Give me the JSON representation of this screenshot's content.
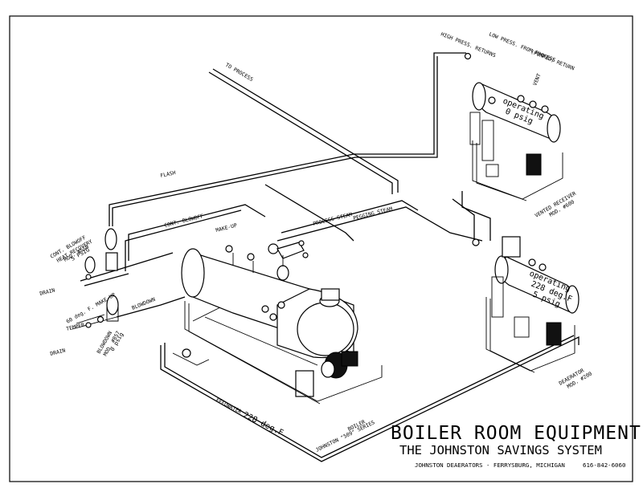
{
  "title": {
    "main": "BOILER ROOM EQUIPMENT",
    "subtitle": "THE JOHNSTON SAVINGS SYSTEM",
    "company": "JOHNSTON DEAERATORS - FERRYSBURG, MICHIGAN",
    "phone": "616-842-6060"
  },
  "pipes": {
    "high_press_returns": "HIGH PRESS. RETURNS",
    "low_press_from_process": "LOW PRESS. FROM PROCESS",
    "pumped_return": "(PUMPED) RETURN",
    "vent": "VENT",
    "to_process": "TO PROCESS",
    "flash": "FLASH",
    "cont_blowoff": "CONT. BLOWOFF",
    "make_up": "MAKE-UP",
    "process_steam": "PROCESS STEAM",
    "pegging_steam": "PEGGING STEAM",
    "drain_1": "DRAIN",
    "make_up_60": "60 deg. F. MAKE-UP",
    "blowdown": "BLOWDOWN",
    "temper": "TEMPER",
    "drain_2": "DRAIN",
    "feedwater_label": "FEEDWATER",
    "feedwater_temp": "228 deg.F"
  },
  "equipment": {
    "vented_receiver": {
      "name": "VENTED RECEIVER",
      "model": "MOD. #600",
      "status": "operating",
      "pressure": "0 psig"
    },
    "deaerator": {
      "name": "DEAERATOR",
      "model": "MOD. #200",
      "status": "operating",
      "temperature": "228 deg.F",
      "pressure": "5 psig"
    },
    "heat_recovery": {
      "name1": "CONT. BLOWOFF",
      "name2": "HEAT RECOVERY",
      "model": "MOD. #550",
      "pressure": "5 PSIG"
    },
    "blowdown_tank": {
      "name": "BLOWDOWN",
      "model": "MOD. #857",
      "pressure": "0 psig"
    },
    "boiler": {
      "name": "BOILER",
      "series": "JOHNSTON \"509\" SERIES"
    }
  }
}
